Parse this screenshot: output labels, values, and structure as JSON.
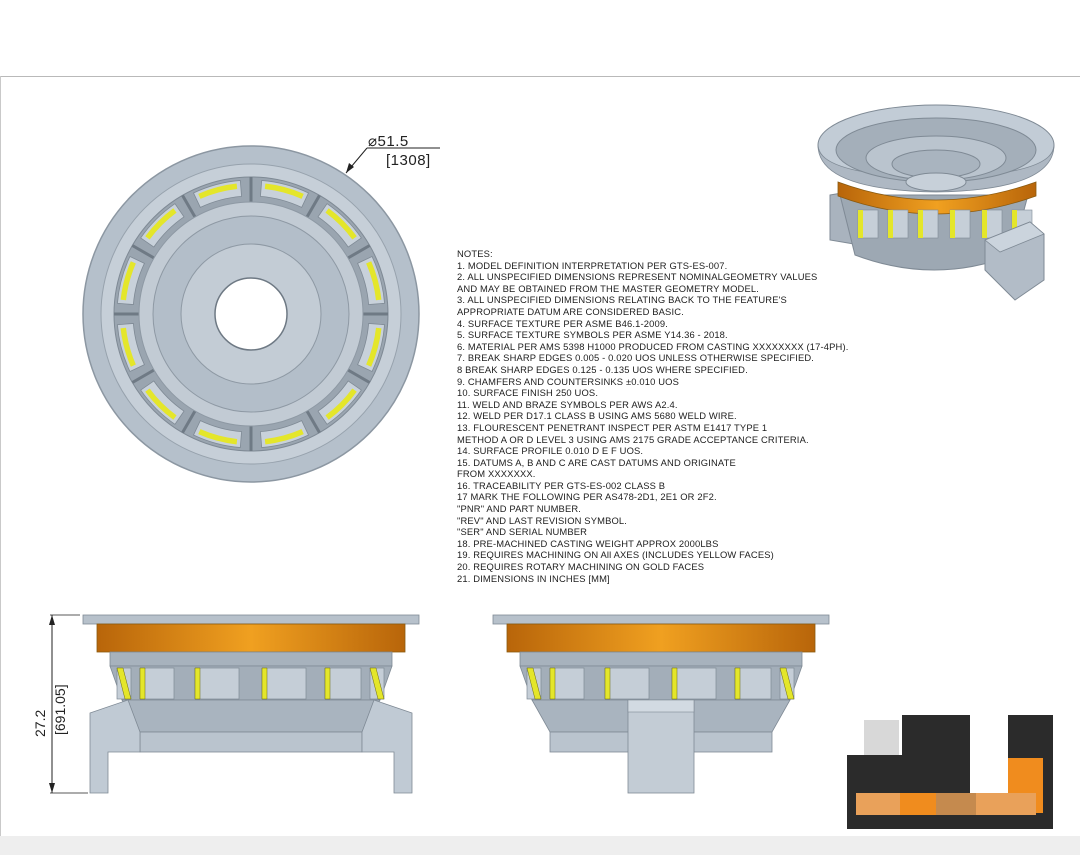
{
  "diameter_dim": {
    "symbol": "⌀",
    "inches": "51.5",
    "mm": "[1308]"
  },
  "height_dim": {
    "inches": "27.2",
    "mm": "[691.05]"
  },
  "notes": {
    "heading": "NOTES:",
    "lines": [
      "1. MODEL DEFINITION INTERPRETATION PER GTS-ES-007.",
      "2. ALL UNSPECIFIED DIMENSIONS REPRESENT NOMINALGEOMETRY VALUES",
      "AND MAY BE OBTAINED FROM THE MASTER GEOMETRY MODEL.",
      "3. ALL UNSPECIFIED DIMENSIONS RELATING BACK TO THE FEATURE'S",
      "APPROPRIATE DATUM ARE CONSIDERED BASIC.",
      "4. SURFACE TEXTURE PER ASME B46.1-2009.",
      "5. SURFACE TEXTURE SYMBOLS PER ASME Y14.36 - 2018.",
      "6. MATERIAL PER AMS 5398 H1000 PRODUCED FROM CASTING XXXXXXXX (17-4PH).",
      "7. BREAK SHARP EDGES 0.005 - 0.020 UOS UNLESS OTHERWISE SPECIFIED.",
      "8 BREAK SHARP EDGES 0.125 - 0.135 UOS WHERE SPECIFIED.",
      "9. CHAMFERS AND COUNTERSINKS ±0.010 UOS",
      "10. SURFACE FINISH 250 UOS.",
      "11. WELD AND BRAZE SYMBOLS PER AWS A2.4.",
      "12. WELD PER D17.1 CLASS B USING AMS 5680 WELD WIRE.",
      "13. FLOURESCENT PENETRANT INSPECT PER ASTM E1417 TYPE 1",
      "METHOD A OR D LEVEL 3 USING AMS 2175 GRADE ACCEPTANCE CRITERIA.",
      "14. SURFACE PROFILE 0.010 D E F UOS.",
      "15. DATUMS A, B AND C ARE CAST DATUMS AND ORIGINATE",
      "FROM XXXXXXX.",
      "16. TRACEABILITY PER GTS-ES-002 CLASS B",
      "17 MARK THE FOLLOWING PER AS478-2D1, 2E1 OR 2F2.",
      "\"PNR\" AND PART NUMBER.",
      "\"REV\" AND LAST REVISION SYMBOL.",
      "\"SER\" AND SERIAL NUMBER",
      "18. PRE-MACHINED CASTING WEIGHT APPROX 2000LBS",
      "19. REQUIRES MACHINING ON All AXES (INCLUDES YELLOW FACES)",
      "20. REQUIRES ROTARY MACHINING ON GOLD FACES",
      "21. DIMENSIONS IN INCHES [MM]"
    ]
  },
  "colors": {
    "metal": "#b8c3cf",
    "metal_dark": "#8f9aa5",
    "metal_light": "#d6dee6",
    "yellow_face": "#e4e62a",
    "gold_face": "#d98a12",
    "line": "#3a3a3a"
  }
}
